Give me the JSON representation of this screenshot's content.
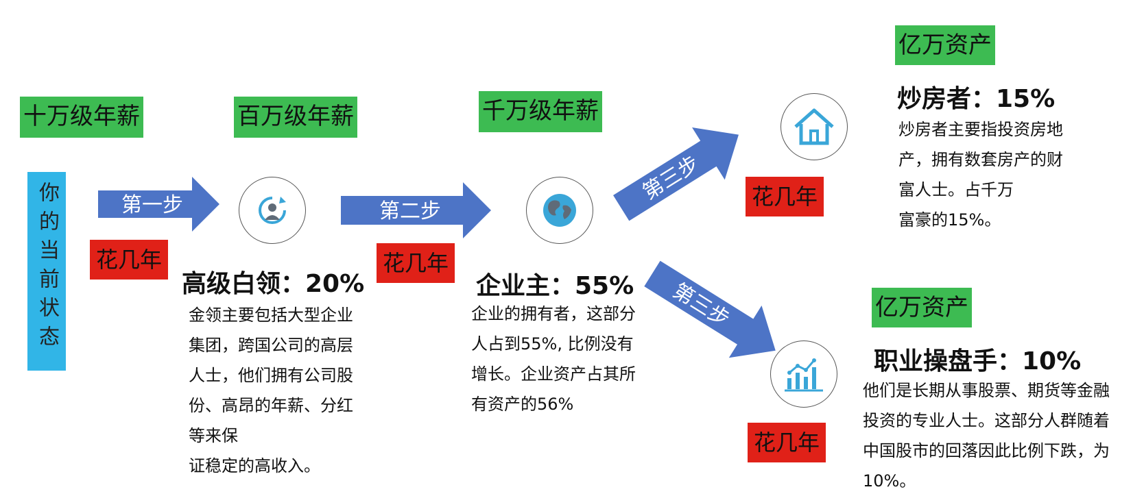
{
  "current_state": "你的当前状态",
  "levels": {
    "l1": "十万级年薪",
    "l2": "百万级年薪",
    "l3": "千万级年薪",
    "l4a": "亿万资产",
    "l4b": "亿万资产"
  },
  "steps": {
    "s1": "第一步",
    "s2": "第二步",
    "s3a": "第三步",
    "s3b": "第三步"
  },
  "years_label": "花几年",
  "groups": {
    "white_collar": {
      "heading": "高级白领：20%",
      "desc": [
        "金领主要包括大型企业",
        "集团，跨国公司的高层",
        "人士，他们拥有公司股",
        "份、高昂的年薪、分红",
        "等来保",
        "证稳定的高收入。"
      ]
    },
    "business_owner": {
      "heading": "企业主：55%",
      "desc": [
        "企业的拥有者，这部分",
        "人占到55%, 比例没有",
        "增长。企业资产占其所",
        "有资产的56%"
      ]
    },
    "speculator": {
      "heading": "炒房者：15%",
      "desc": [
        "炒房者主要指投资房地",
        "产，拥有数套房产的财",
        "富人士。占千万",
        "富豪的15%。"
      ]
    },
    "trader": {
      "heading": "职业操盘手：10%",
      "desc": [
        "他们是长期从事股票、期货等金融",
        "投资的专业人士。这部分人群随着",
        "中国股市的回落因此比例下跌，为",
        "10%。"
      ]
    }
  },
  "colors": {
    "green": "#3dbb52",
    "red": "#e02118",
    "arrow_blue": "#4d74c6",
    "state_blue": "#31b5e7",
    "icon_blue": "#3aa6d8",
    "icon_gray": "#5f6b78"
  },
  "icons": [
    "refresh-person-icon",
    "globe-icon",
    "house-icon",
    "chart-icon"
  ]
}
